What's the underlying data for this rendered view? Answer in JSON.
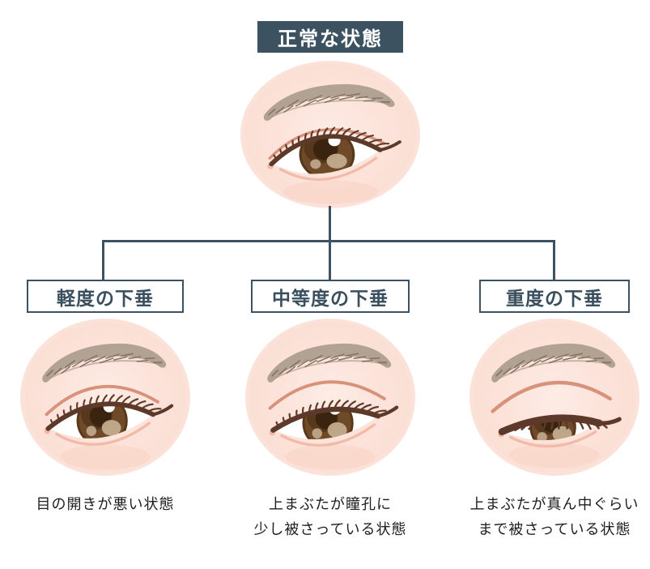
{
  "diagram": {
    "root": {
      "label": "正常な状態"
    },
    "children": [
      {
        "id": "mild",
        "label": "軽度の下垂",
        "caption_lines": [
          "目の開きが悪い状態"
        ]
      },
      {
        "id": "moderate",
        "label": "中等度の下垂",
        "caption_lines": [
          "上まぶたが瞳孔に",
          "少し被さっている状態"
        ]
      },
      {
        "id": "severe",
        "label": "重度の下垂",
        "caption_lines": [
          "上まぶたが真ん中ぐらい",
          "まで被さっている状態"
        ]
      }
    ]
  },
  "icons": {
    "eye_variants": [
      "eye-icon-normal",
      "eye-icon-mild",
      "eye-icon-moderate",
      "eye-icon-severe"
    ]
  },
  "colors": {
    "accent": "#3d5261",
    "label_text": "#3a4f5e",
    "circle_pink": "#fce3da",
    "caption_text": "#1e1e1e",
    "iris_brown": "#6f4a28",
    "lash_brown": "#5d392a",
    "eyebrow": "#b2a294",
    "lid_salmon": "#d8917b",
    "sclera": "#ffffff"
  }
}
